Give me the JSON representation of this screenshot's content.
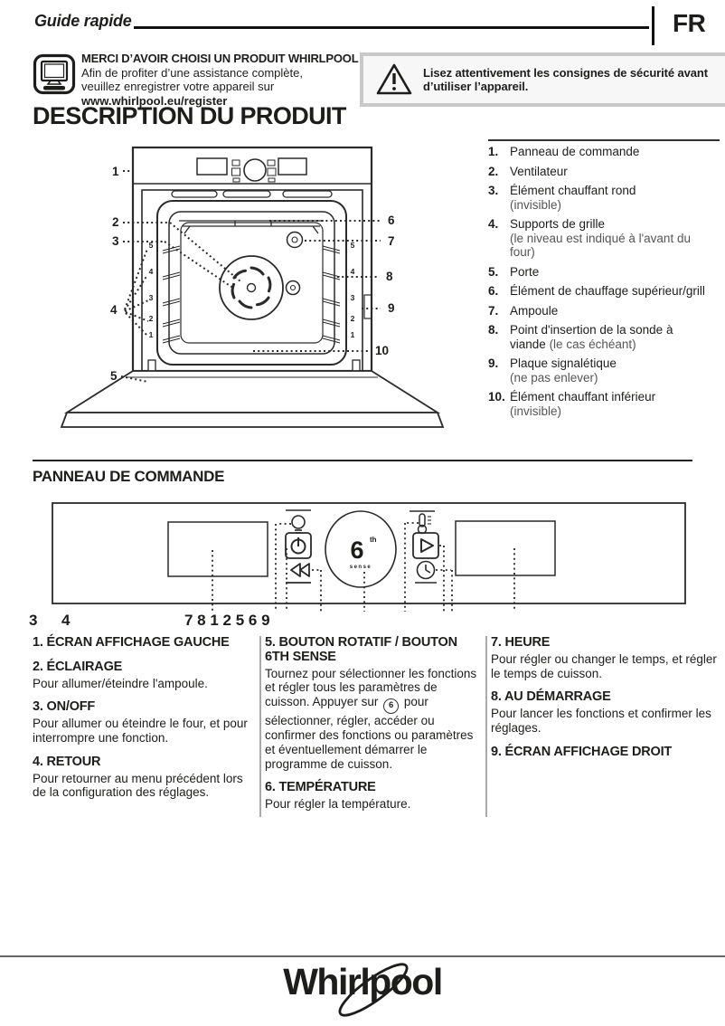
{
  "colors": {
    "ink": "#1d1d1b",
    "note_gray": "#555555",
    "warn_border": "#c9c9c9",
    "warn_bg": "#f7f7f7"
  },
  "header": {
    "doc_type": "Guide rapide",
    "language": "FR"
  },
  "register": {
    "title": "MERCI D’AVOIR CHOISI UN PRODUIT WHIRLPOOL",
    "line1": "Afin de profiter d’une assistance complète,",
    "line2": "veuillez enregistrer votre appareil sur",
    "url": "www.whirlpool.eu/register"
  },
  "warning": {
    "text": "Lisez attentivement les consignes de sécurité avant d’utiliser l’appareil."
  },
  "sections": {
    "description_title": "DESCRIPTION DU PRODUIT",
    "panel_title": "PANNEAU DE COMMANDE"
  },
  "description": {
    "items": [
      {
        "num": "1.",
        "label": "Panneau de commande"
      },
      {
        "num": "2.",
        "label": "Ventilateur"
      },
      {
        "num": "3.",
        "label": "Élément chauffant rond",
        "note": "(invisible)"
      },
      {
        "num": "4.",
        "label": "Supports de grille",
        "note": "(le niveau est indiqué à l'avant du four)"
      },
      {
        "num": "5.",
        "label": "Porte"
      },
      {
        "num": "6.",
        "label": "Élément de chauffage supérieur/grill"
      },
      {
        "num": "7.",
        "label": "Ampoule"
      },
      {
        "num": "8.",
        "label": "Point d'insertion de la sonde à viande",
        "note": "(le cas échéant)"
      },
      {
        "num": "9.",
        "label": "Plaque signalétique",
        "note": "(ne pas enlever)"
      },
      {
        "num": "10.",
        "label": "Élément chauffant inférieur",
        "note": "(invisible)"
      }
    ]
  },
  "diagram": {
    "callouts": [
      "1",
      "2",
      "3",
      "4",
      "5",
      "6",
      "7",
      "8",
      "9",
      "10"
    ],
    "shelves": [
      "5",
      "4",
      "3",
      "2",
      "1"
    ],
    "knob": {
      "six": "6",
      "th": "th",
      "sense": "sense"
    }
  },
  "control_panel": {
    "fig": {
      "n3": "3",
      "n4": "4",
      "cluster": "7 8 1 2 5 6 9",
      "six": "6",
      "th": "th",
      "sense": "sense"
    }
  },
  "legend": {
    "sixth_icon_label": "6",
    "col1": [
      {
        "title": "1. ÉCRAN AFFICHAGE GAUCHE",
        "body": ""
      },
      {
        "title": "2. ÉCLAIRAGE",
        "body": "Pour allumer/éteindre l'ampoule."
      },
      {
        "title": "3. ON/OFF",
        "body": "Pour allumer ou éteindre le four, et pour interrompre une fonction."
      },
      {
        "title": "4. RETOUR",
        "body": "Pour retourner au menu précédent lors de la configuration des réglages."
      }
    ],
    "col2": [
      {
        "title": "5. BOUTON ROTATIF / BOUTON 6TH SENSE",
        "body_before": "Tournez pour sélectionner les fonctions et régler tous les paramètres de cuisson. Appuyer sur",
        "body_after": "pour sélectionner, régler, accéder ou confirmer des fonctions ou paramètres et éventuellement démarrer le programme de cuisson."
      },
      {
        "title": "6. TEMPÉRATURE",
        "body": "Pour régler la température."
      }
    ],
    "col3": [
      {
        "title": "7. HEURE",
        "body": "Pour régler ou changer le temps, et régler le temps de cuisson."
      },
      {
        "title": "8. AU DÉMARRAGE",
        "body": "Pour lancer les fonctions et confirmer les réglages."
      },
      {
        "title": "9. ÉCRAN AFFICHAGE DROIT",
        "body": ""
      }
    ]
  },
  "footer": {
    "brand": "Whirlpool"
  }
}
